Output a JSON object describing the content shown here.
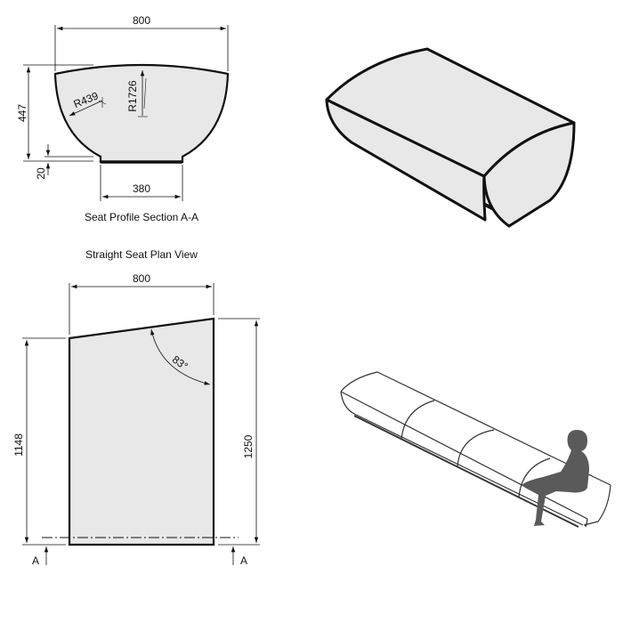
{
  "section_view": {
    "caption": "Seat Profile Section A-A",
    "width_label": "800",
    "height_label": "447",
    "base_offset_label": "20",
    "base_width_label": "380",
    "side_radius_label": "R439",
    "top_radius_label": "R1726"
  },
  "plan_view": {
    "caption": "Straight Seat Plan View",
    "width_label": "800",
    "left_length_label": "1148",
    "right_length_label": "1250",
    "angle_label": "83°",
    "section_marker_left": "A",
    "section_marker_right": "A"
  },
  "iso_single": {
    "description": "Isometric view of single seat module"
  },
  "iso_bench": {
    "description": "Isometric view of four-module bench with seated person silhouette",
    "module_count": 4
  },
  "colors": {
    "fill": "#e8e8e8",
    "stroke": "#111111",
    "silhouette": "#5a5a5a"
  }
}
